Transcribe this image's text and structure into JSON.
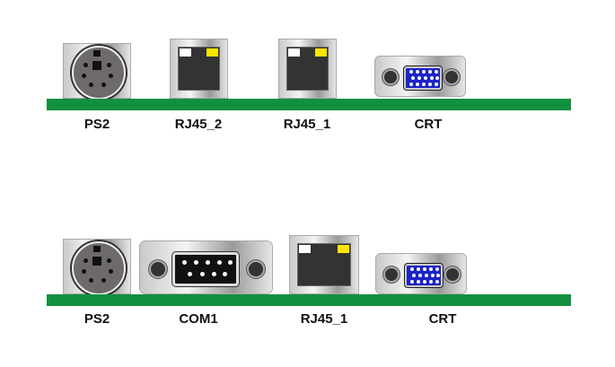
{
  "panels": [
    {
      "name": "top-panel",
      "ports": [
        {
          "id": "ps2",
          "label": "PS2",
          "type": "ps2"
        },
        {
          "id": "rj45-2",
          "label": "RJ45_2",
          "type": "rj45"
        },
        {
          "id": "rj45-1",
          "label": "RJ45_1",
          "type": "rj45"
        },
        {
          "id": "crt",
          "label": "CRT",
          "type": "vga"
        }
      ]
    },
    {
      "name": "bottom-panel",
      "ports": [
        {
          "id": "ps2",
          "label": "PS2",
          "type": "ps2"
        },
        {
          "id": "com1",
          "label": "COM1",
          "type": "db9"
        },
        {
          "id": "rj45-1",
          "label": "RJ45_1",
          "type": "rj45"
        },
        {
          "id": "crt",
          "label": "CRT",
          "type": "vga"
        }
      ]
    }
  ],
  "colors": {
    "board_green": "#13903f",
    "rj45_led_left": "#ffffff",
    "rj45_led_right": "#ffe600",
    "vga_blue": "#1c24c4"
  }
}
